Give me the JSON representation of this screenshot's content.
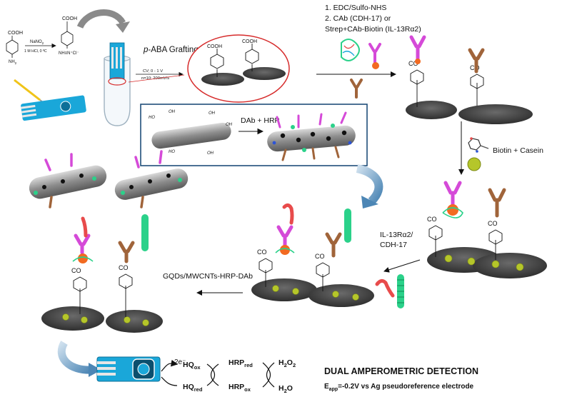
{
  "step1": {
    "cooh_left": "COOH",
    "reagent_top": "NaNO",
    "reagent_top_sub": "2",
    "reagent_bottom": "1 M HCl, 0 ºC",
    "nh2": "NH",
    "nh2_sub": "2",
    "cooh_right": "COOH",
    "diazonium": "NH≡N⁺Cl⁻"
  },
  "grafting": {
    "label_italic": "p",
    "label_rest": "-ABA Grafting",
    "cv_line1": "CV; 0 - 1 V",
    "cv_line2": "n=10; 200mV/s"
  },
  "circle": {
    "cooh_a": "COOH",
    "cooh_b": "COOH"
  },
  "capture_step": {
    "line1": "1. EDC/Sulfo-NHS",
    "line2": "2. CAb (CDH-17) or",
    "line3": "Strep+CAb-Biotin (IL-13Rα2)"
  },
  "nanotube_box": {
    "arrow_label": "DAb + HRP"
  },
  "blocking": {
    "label": "Biotin + Casein"
  },
  "target_step": {
    "line1": "IL-13Rα2/",
    "line2": "CDH-17"
  },
  "detection_step": {
    "label": "GQDs/MWCNTs-HRP-DAb"
  },
  "co_label": "CO",
  "redox": {
    "electron": "2e⁻",
    "hq_ox": "HQ",
    "hq_ox_sub": "ox",
    "hq_red": "HQ",
    "hq_red_sub": "red",
    "hrp_red": "HRP",
    "hrp_red_sub": "red",
    "hrp_ox": "HRP",
    "hrp_ox_sub": "ox",
    "h2o2": "H",
    "h2o2_sub1": "2",
    "h2o2_mid": "O",
    "h2o2_sub2": "2",
    "h2o": "H",
    "h2o_sub": "2",
    "h2o_end": "O"
  },
  "title": {
    "heading": "DUAL AMPEROMETRIC DETECTION",
    "e": "E",
    "e_sub": "app",
    "rest": "=-0.2V vs Ag pseudoreference electrode"
  },
  "colors": {
    "magenta": "#d54ad8",
    "brown": "#a0643a",
    "orange": "#f26a21",
    "green": "#2bd18a",
    "red": "#e84b4b",
    "nanotube": "#9a9a9a",
    "electrode": "#545454",
    "box_border": "#1f4e79",
    "circle_border": "#d62b2b",
    "sensor_blue": "#1aa7d9",
    "curve_arrow": "#4c86b5"
  }
}
